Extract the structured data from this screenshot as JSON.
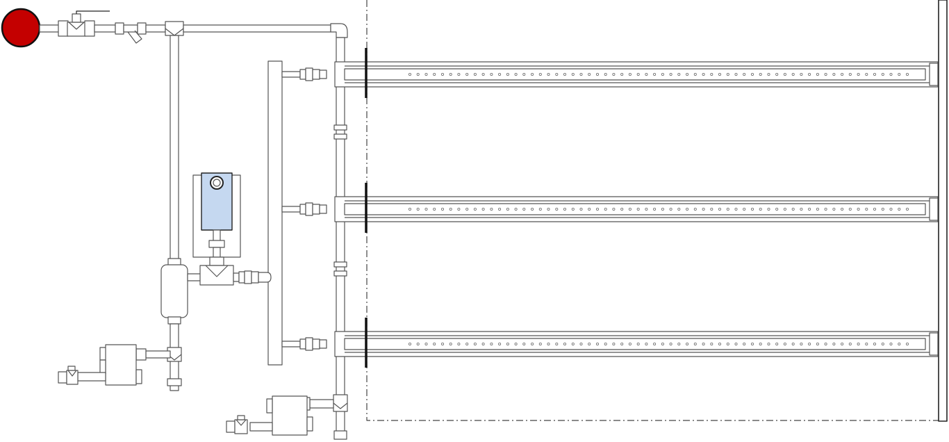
{
  "diagram": {
    "colors": {
      "line": "#555555",
      "dark": "#111111",
      "supply": "#c40000",
      "actuator": "#c5d8f0"
    },
    "manifold": {
      "tube_count": 3,
      "holes_per_tube": 62
    },
    "components": [
      "steam-supply-symbol",
      "isolation-valve",
      "y-strainer",
      "control-valve-actuator",
      "separator",
      "steam-trap",
      "drain-valve",
      "distribution-tube"
    ]
  }
}
